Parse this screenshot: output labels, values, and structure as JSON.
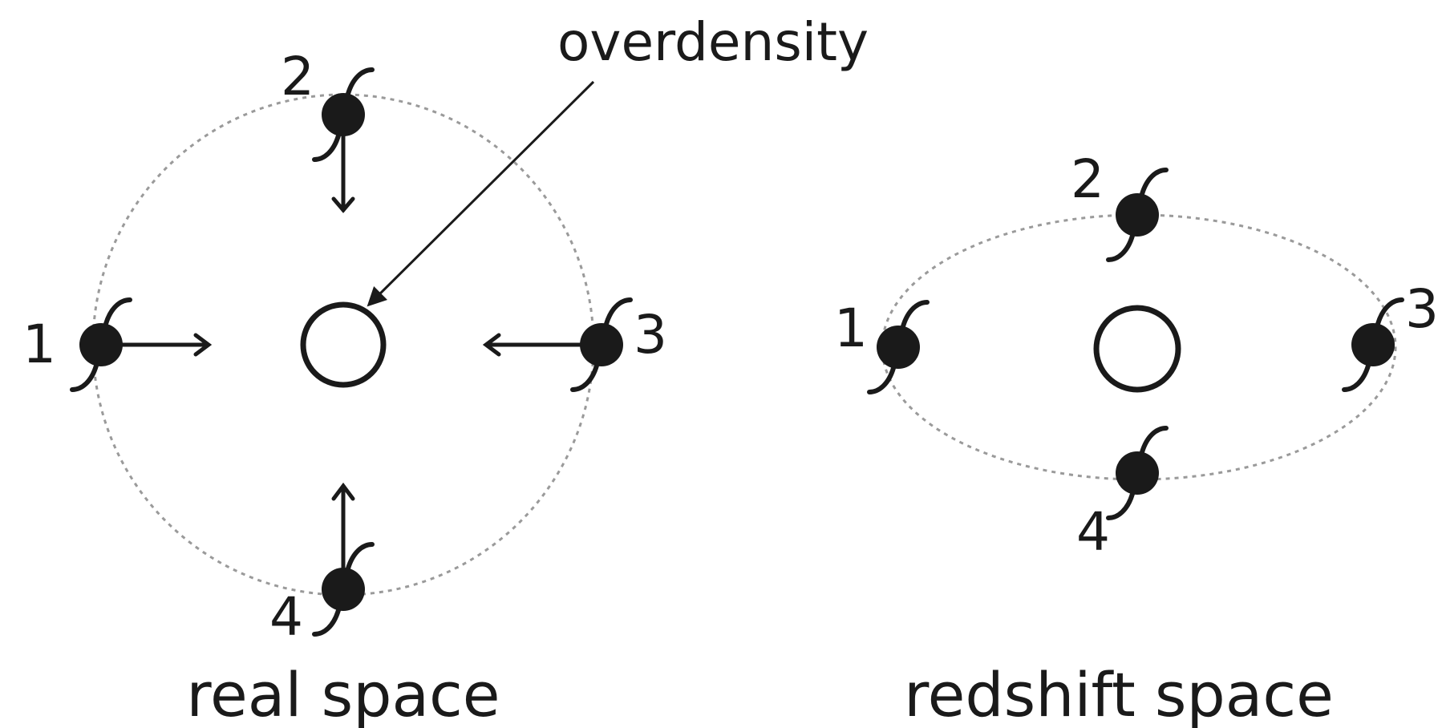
{
  "annotation": {
    "label": "overdensity"
  },
  "panels": {
    "real": {
      "caption": "real space",
      "galaxies": [
        {
          "id": "1",
          "motion": "toward-center"
        },
        {
          "id": "2",
          "motion": "toward-center"
        },
        {
          "id": "3",
          "motion": "toward-center"
        },
        {
          "id": "4",
          "motion": "toward-center"
        }
      ]
    },
    "redshift": {
      "caption": "redshift space",
      "galaxies": [
        {
          "id": "1"
        },
        {
          "id": "2"
        },
        {
          "id": "3"
        },
        {
          "id": "4"
        }
      ]
    }
  },
  "colors": {
    "ink": "#1a1a1a",
    "dashed_ring": "#9a9a9a"
  },
  "icons": {
    "galaxy": "spiral-galaxy-icon",
    "overdensity": "open-circle"
  }
}
